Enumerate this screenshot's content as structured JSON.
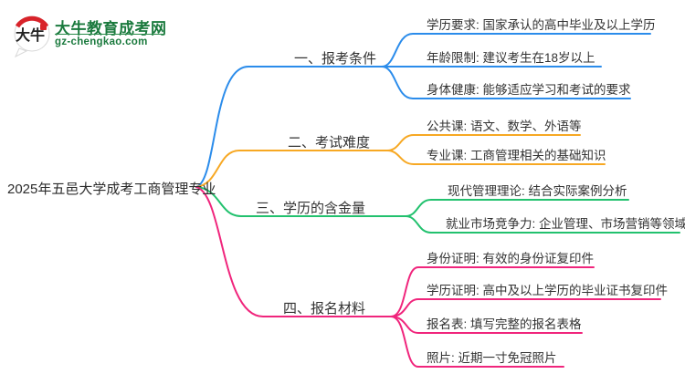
{
  "colors": {
    "blue": "#2B8CEB",
    "orange": "#F7A823",
    "green": "#22C16E",
    "pink": "#F0257C",
    "logo_green": "#1B7A3E",
    "seal_red": "#D8232A",
    "text_dark": "#333333"
  },
  "logo": {
    "icon": "daniu-speech-bubble-logo",
    "icon_text": "大牛",
    "title": "大牛教育成考网",
    "url": "gz-chengkao.com"
  },
  "root": {
    "label": "2025年五邑大学成考工商管理专业"
  },
  "branches": [
    {
      "label": "一、报考条件",
      "color": "#2B8CEB",
      "leaves": [
        "学历要求: 国家承认的高中毕业及以上学历",
        "年龄限制: 建议考生在18岁以上",
        "身体健康: 能够适应学习和考试的要求"
      ]
    },
    {
      "label": "二、考试难度",
      "color": "#F7A823",
      "leaves": [
        "公共课: 语文、数学、外语等",
        "专业课: 工商管理相关的基础知识"
      ]
    },
    {
      "label": "三、学历的含金量",
      "color": "#22C16E",
      "leaves": [
        "现代管理理论: 结合实际案例分析",
        "就业市场竞争力: 企业管理、市场营销等领域"
      ]
    },
    {
      "label": "四、报名材料",
      "color": "#F0257C",
      "leaves": [
        "身份证明: 有效的身份证复印件",
        "学历证明: 高中及以上学历的毕业证书复印件",
        "报名表: 填写完整的报名表格",
        "照片: 近期一寸免冠照片"
      ]
    }
  ]
}
